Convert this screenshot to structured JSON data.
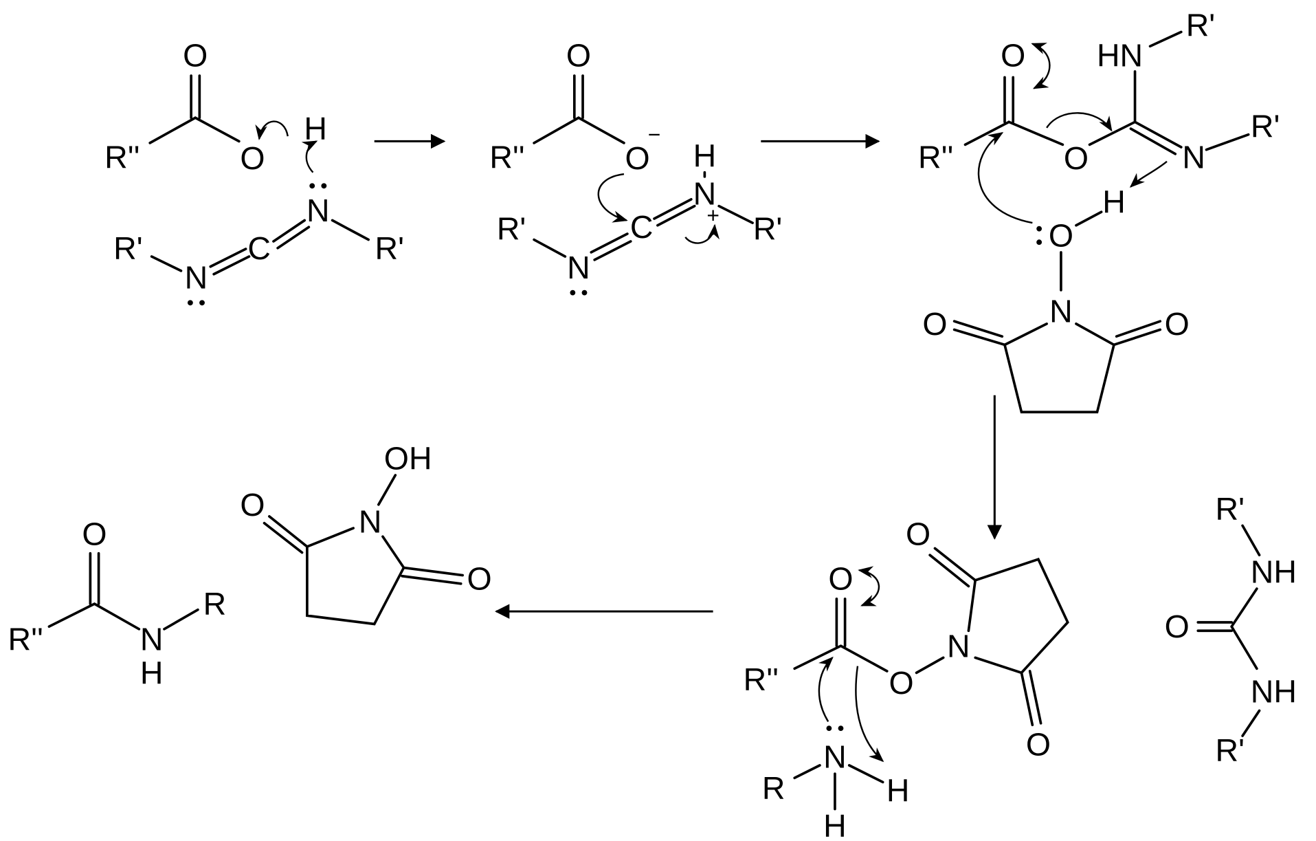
{
  "diagram": {
    "molecules": [
      {
        "name": "carboxylic-acid",
        "labels": [
          "O",
          "R''",
          "O",
          "H"
        ]
      },
      {
        "name": "carbodiimide",
        "labels": [
          "N",
          "R'",
          "N",
          "C",
          "R'"
        ]
      },
      {
        "name": "carboxylate",
        "labels": [
          "O",
          "R''",
          "O",
          "−"
        ]
      },
      {
        "name": "protonated-carbodiimide",
        "labels": [
          "R'",
          "N",
          "C",
          "N",
          "H",
          "+",
          "R'"
        ]
      },
      {
        "name": "o-acylisourea",
        "labels": [
          "O",
          "R''",
          "O",
          "HN",
          "R'",
          "N",
          "R'",
          "H"
        ]
      },
      {
        "name": "n-hydroxysuccinimide-attacking",
        "labels": [
          "O",
          "N",
          "O",
          "O"
        ]
      },
      {
        "name": "nhs-ester",
        "labels": [
          "O",
          "R''",
          "O",
          "N",
          "O",
          "O"
        ]
      },
      {
        "name": "amine",
        "labels": [
          "R",
          "N",
          "H",
          "H"
        ]
      },
      {
        "name": "urea-byproduct",
        "labels": [
          "R'",
          "NH",
          "O",
          "NH",
          "R'"
        ]
      },
      {
        "name": "n-hydroxysuccinimide-released",
        "labels": [
          "OH",
          "N",
          "O",
          "O"
        ]
      },
      {
        "name": "amide-product",
        "labels": [
          "O",
          "R''",
          "N",
          "H",
          "R"
        ]
      }
    ]
  }
}
